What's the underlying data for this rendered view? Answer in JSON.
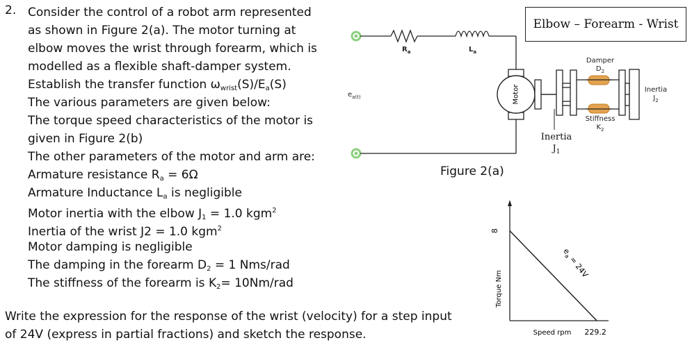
{
  "question": {
    "number": "2.",
    "lines": [
      {
        "parts": [
          {
            "t": "Consider the control of a robot arm represented"
          }
        ]
      },
      {
        "parts": [
          {
            "t": "as shown in Figure 2(a). The motor turning at"
          }
        ]
      },
      {
        "parts": [
          {
            "t": "elbow moves the wrist through forearm, which is"
          }
        ]
      },
      {
        "parts": [
          {
            "t": "modelled as a flexible shaft-damper system."
          }
        ]
      },
      {
        "parts": [
          {
            "t": "Establish the transfer function ω"
          },
          {
            "sub": "wrist"
          },
          {
            "t": "(S)/E"
          },
          {
            "sub": "a"
          },
          {
            "t": "(S)"
          }
        ]
      },
      {
        "parts": [
          {
            "t": "The various parameters are given below:"
          }
        ]
      },
      {
        "parts": [
          {
            "t": "The torque speed characteristics of the motor is"
          }
        ]
      },
      {
        "parts": [
          {
            "t": "given in Figure 2(b)"
          }
        ]
      },
      {
        "parts": [
          {
            "t": "The other parameters of the motor and arm are:"
          }
        ]
      },
      {
        "parts": [
          {
            "t": "Armature resistance R"
          },
          {
            "sub": "a"
          },
          {
            "t": " = 6Ω"
          }
        ]
      },
      {
        "parts": [
          {
            "t": "Armature Inductance L"
          },
          {
            "sub": "a"
          },
          {
            "t": " is negligible"
          }
        ]
      },
      {
        "parts": [
          {
            "t": "Motor inertia with the elbow J"
          },
          {
            "sub": "1"
          },
          {
            "t": " = 1.0 kgm"
          },
          {
            "sup": "2"
          }
        ]
      },
      {
        "parts": [
          {
            "t": "Inertia of the wrist J2 = 1.0 kgm"
          },
          {
            "sup": "2"
          }
        ]
      },
      {
        "parts": [
          {
            "t": "Motor damping is negligible"
          }
        ]
      },
      {
        "parts": [
          {
            "t": "The damping in the forearm D"
          },
          {
            "sub": "2"
          },
          {
            "t": " = 1 Nms/rad"
          }
        ]
      },
      {
        "parts": [
          {
            "t": "The stiffness of the forearm is K"
          },
          {
            "sub": "2"
          },
          {
            "t": "= 10Nm/rad"
          }
        ]
      }
    ],
    "final_lines": [
      "Write the expression for the response of the wrist (velocity) for a step input",
      "of 24V (express in partial fractions) and sketch the response."
    ]
  },
  "figure_a": {
    "caption": "Figure 2(a)",
    "title_box": "Elbow – Forearm - Wrist",
    "resistor_label": "R",
    "resistor_sub": "a",
    "inductor_label": "L",
    "inductor_sub": "a",
    "voltage_label": "e",
    "voltage_sub": "a(t)",
    "motor_label": "Motor",
    "damper_label": "Damper",
    "damper_sym": "D",
    "damper_sub": "2",
    "stiffness_label": "Stiffness",
    "stiffness_sym": "K",
    "stiffness_sub": "2",
    "inertia2_label": "Inertia",
    "inertia2_sym": "J",
    "inertia2_sub": "2",
    "inertia1_label": "Inertia",
    "inertia1_sym": "J",
    "inertia1_sub": "1",
    "colors": {
      "terminal": "#8ccf7e",
      "spring": "#e3a34f",
      "line": "#222222"
    }
  },
  "chart_data": {
    "type": "line",
    "title": "",
    "xlabel": "Speed rpm",
    "ylabel": "Torque Nm",
    "x_tick_labels": [
      "229.2"
    ],
    "y_tick_labels": [
      "8"
    ],
    "series": [
      {
        "name": "e_a = 24V",
        "label_text": "e",
        "label_sub": "a",
        "label_rest": " = 24V",
        "x": [
          0,
          229.2
        ],
        "y": [
          8,
          0
        ]
      }
    ],
    "xlim": [
      0,
      260
    ],
    "ylim": [
      0,
      10.5
    ]
  }
}
